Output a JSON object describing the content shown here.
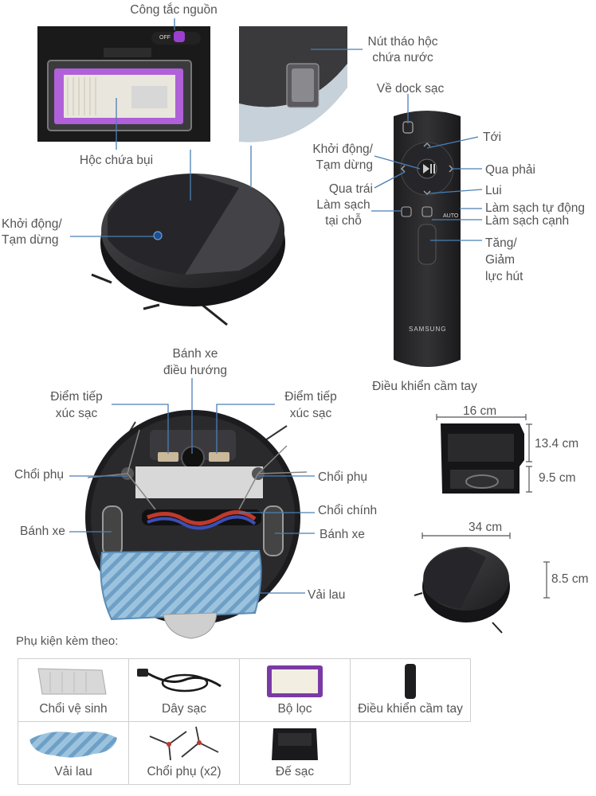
{
  "top_labels": {
    "power_switch": "Công tắc nguồn",
    "dust_bin": "Hộc chứa bụi",
    "water_tank_release": "Nút tháo hộc\nchứa nước",
    "start_pause_robot": "Khởi động/\nTạm dừng",
    "switch_text": "OFF"
  },
  "remote_labels": {
    "return_dock": "Về dock sạc",
    "forward": "Tới",
    "start_pause": "Khởi động/\nTạm dừng",
    "turn_right": "Qua phải",
    "turn_left": "Qua trái",
    "back": "Lui",
    "spot_clean": "Làm sạch\ntại chỗ",
    "auto_clean": "Làm sạch tự động",
    "edge_clean": "Làm sạch cạnh",
    "suction": "Tăng/\nGiảm\nlực hút",
    "caption": "Điều khiển cầm tay",
    "brand": "SAMSUNG",
    "auto_button": "AUTO"
  },
  "bottom_labels": {
    "steering_wheel": "Bánh xe\nđiều hướng",
    "charge_contact_left": "Điểm tiếp\nxúc sạc",
    "charge_contact_right": "Điểm tiếp\nxúc sạc",
    "side_brush_left": "Chổi phụ",
    "side_brush_right": "Chổi phụ",
    "main_brush": "Chổi chính",
    "wheel_left": "Bánh xe",
    "wheel_right": "Bánh xe",
    "mop": "Vải lau"
  },
  "dimensions": {
    "dock_width": "16 cm",
    "dock_height": "13.4 cm",
    "dock_depth": "9.5 cm",
    "robot_diameter": "34 cm",
    "robot_height": "8.5 cm"
  },
  "accessories": {
    "title": "Phụ kiện kèm theo:",
    "items": [
      {
        "name": "Chổi vệ sinh",
        "icon": "cleaning-brush-icon"
      },
      {
        "name": "Dây sạc",
        "icon": "charging-cable-icon"
      },
      {
        "name": "Bộ lọc",
        "icon": "filter-icon"
      },
      {
        "name": "Điều khiển cầm tay",
        "icon": "remote-icon"
      },
      {
        "name": "Vải lau",
        "icon": "mop-cloth-icon"
      },
      {
        "name": "Chổi phụ (x2)",
        "icon": "side-brush-icon"
      },
      {
        "name": "Đế sạc",
        "icon": "charging-dock-icon"
      }
    ]
  },
  "colors": {
    "robot_body": "#2a2a2d",
    "filter_accent": "#9b3fd0",
    "mop_blue": "#8fb9d6",
    "brush_red": "#c0392b",
    "leader_line": "#4a7fb5"
  }
}
